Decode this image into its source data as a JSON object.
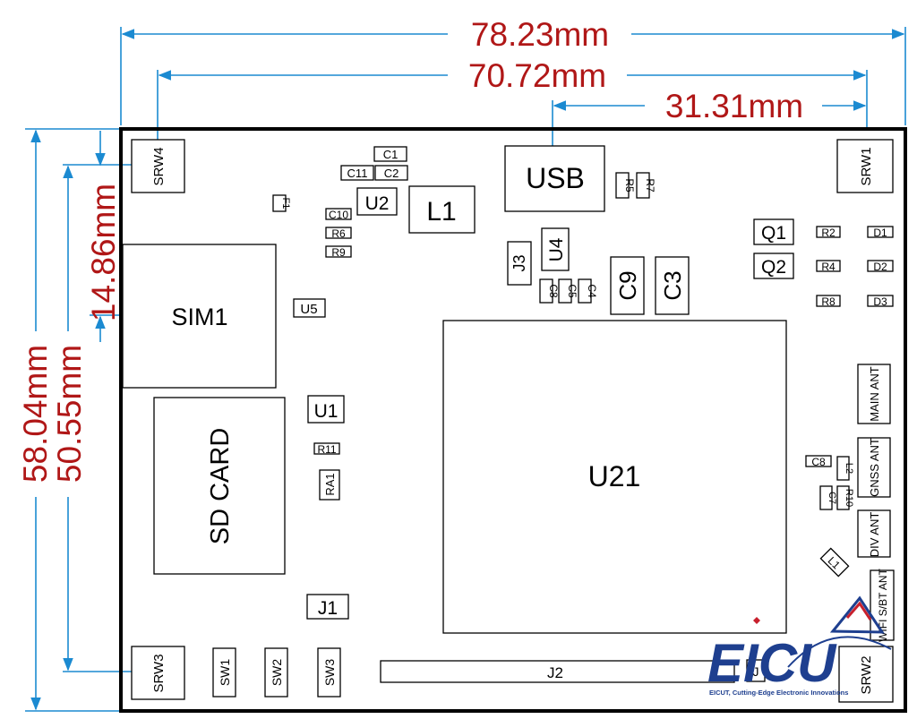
{
  "dimensions": {
    "total_width": "78.23mm",
    "inner_width": "70.72mm",
    "usb_offset": "31.31mm",
    "sim_offset": "14.86mm",
    "total_height": "58.04mm",
    "inner_height": "50.55mm"
  },
  "components": {
    "srw1": "SRW1",
    "srw2": "SRW2",
    "srw3": "SRW3",
    "srw4": "SRW4",
    "c1": "C1",
    "c2": "C2",
    "c11": "C11",
    "c10": "C10",
    "u2": "U2",
    "l1": "L1",
    "f1": "F1",
    "r6": "R6",
    "r9": "R9",
    "usb": "USB",
    "r5": "R5",
    "r7": "R7",
    "j3": "J3",
    "u4": "U4",
    "c8a": "C8",
    "c5": "C5",
    "c4": "C4",
    "c9": "C9",
    "c3": "C3",
    "q1": "Q1",
    "q2": "Q2",
    "r2": "R2",
    "r4": "R4",
    "r8": "R8",
    "d1": "D1",
    "d2": "D2",
    "d3": "D3",
    "sim1": "SIM1",
    "u5": "U5",
    "u21": "U21",
    "u1": "U1",
    "r11": "R11",
    "ra1": "RA1",
    "sd_card": "SD CARD",
    "j1": "J1",
    "j2": "J2",
    "sw1": "SW1",
    "sw2": "SW2",
    "sw3": "SW3",
    "main_ant": "MAIN ANT",
    "gnss_ant": "GNSS ANT",
    "div_ant": "DIV ANT",
    "wifi_ant": "WIFI S/BT ANT",
    "c8b": "C8",
    "l2": "L2",
    "c7": "C7",
    "r10": "R10",
    "l1b": "L1",
    "j4": "J"
  },
  "logo": {
    "name": "EICU",
    "tagline": "EICUT, Cutting-Edge Electronic Innovations"
  },
  "colors": {
    "dimension_text": "#b01717",
    "dimension_line": "#1b8ad1",
    "board_outline": "#000000",
    "logo_blue": "#1e3f8f",
    "logo_red": "#c8202d"
  }
}
